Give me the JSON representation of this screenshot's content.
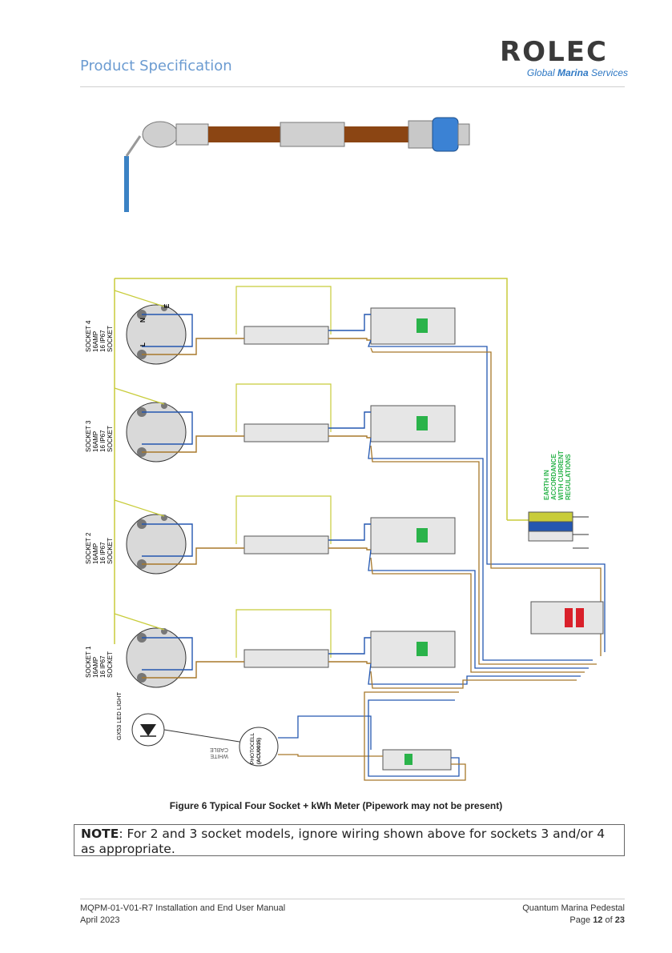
{
  "header": {
    "title": "Product Specification",
    "logo_word": "ROLEC",
    "logo_sub_pre": "Global",
    "logo_sub_bold": "Marina",
    "logo_sub_post": "Services"
  },
  "diagram": {
    "sockets": [
      {
        "name": "SOCKET 4",
        "amp": "16AMP",
        "rating": "16 IP67",
        "type": "SOCKET"
      },
      {
        "name": "SOCKET 3",
        "amp": "16AMP",
        "rating": "16 IP67",
        "type": "SOCKET"
      },
      {
        "name": "SOCKET 2",
        "amp": "16AMP",
        "rating": "16 IP67",
        "type": "SOCKET"
      },
      {
        "name": "SOCKET 1",
        "amp": "16AMP",
        "rating": "16 IP67",
        "type": "SOCKET"
      }
    ],
    "terminal_labels": {
      "earth": "E",
      "neutral": "N",
      "live": "L"
    },
    "earth_note": [
      "EARTH IN",
      "ACCORDANCE",
      "WITH CURRENT",
      "REGULATIONS"
    ],
    "led_label": "GX53 LED LIGHT",
    "photocell_label": [
      "PHOTOCELL",
      "(ACU0035)"
    ],
    "white_cable": [
      "WHITE",
      "CABLE"
    ],
    "colors": {
      "earth": "#c8cc3a",
      "neutral": "#2457b0",
      "live": "#a8782a",
      "pipe": "#8b4513"
    }
  },
  "caption": "Figure 6 Typical Four Socket + kWh Meter (Pipework may not be present)",
  "note": {
    "label": "NOTE",
    "text": ": For 2 and 3 socket models, ignore wiring shown above for sockets 3 and/or 4 as appropriate."
  },
  "footer": {
    "doc": "MQPM-01-V01-R7 Installation and End User Manual",
    "date": "April 2023",
    "product": "Quantum Marina Pedestal",
    "page_prefix": "Page",
    "page": "12",
    "page_of": "of",
    "total": "23"
  }
}
